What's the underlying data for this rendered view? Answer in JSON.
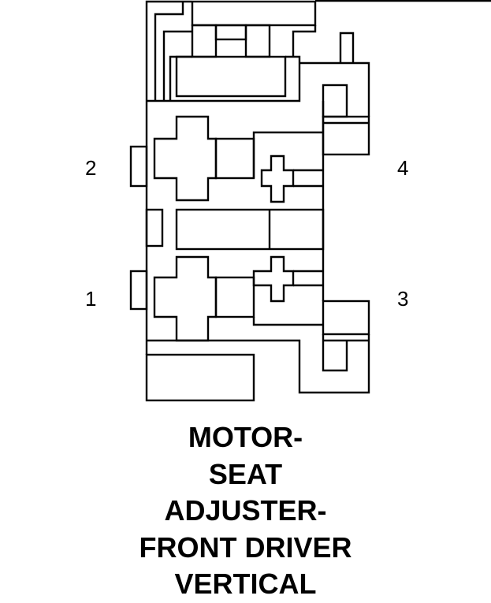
{
  "connector": {
    "title_lines": [
      "MOTOR-",
      "SEAT",
      "ADJUSTER-",
      "FRONT DRIVER",
      "VERTICAL"
    ],
    "pins": [
      {
        "id": "pin-1",
        "label": "1"
      },
      {
        "id": "pin-2",
        "label": "2"
      },
      {
        "id": "pin-3",
        "label": "3"
      },
      {
        "id": "pin-4",
        "label": "4"
      }
    ]
  }
}
